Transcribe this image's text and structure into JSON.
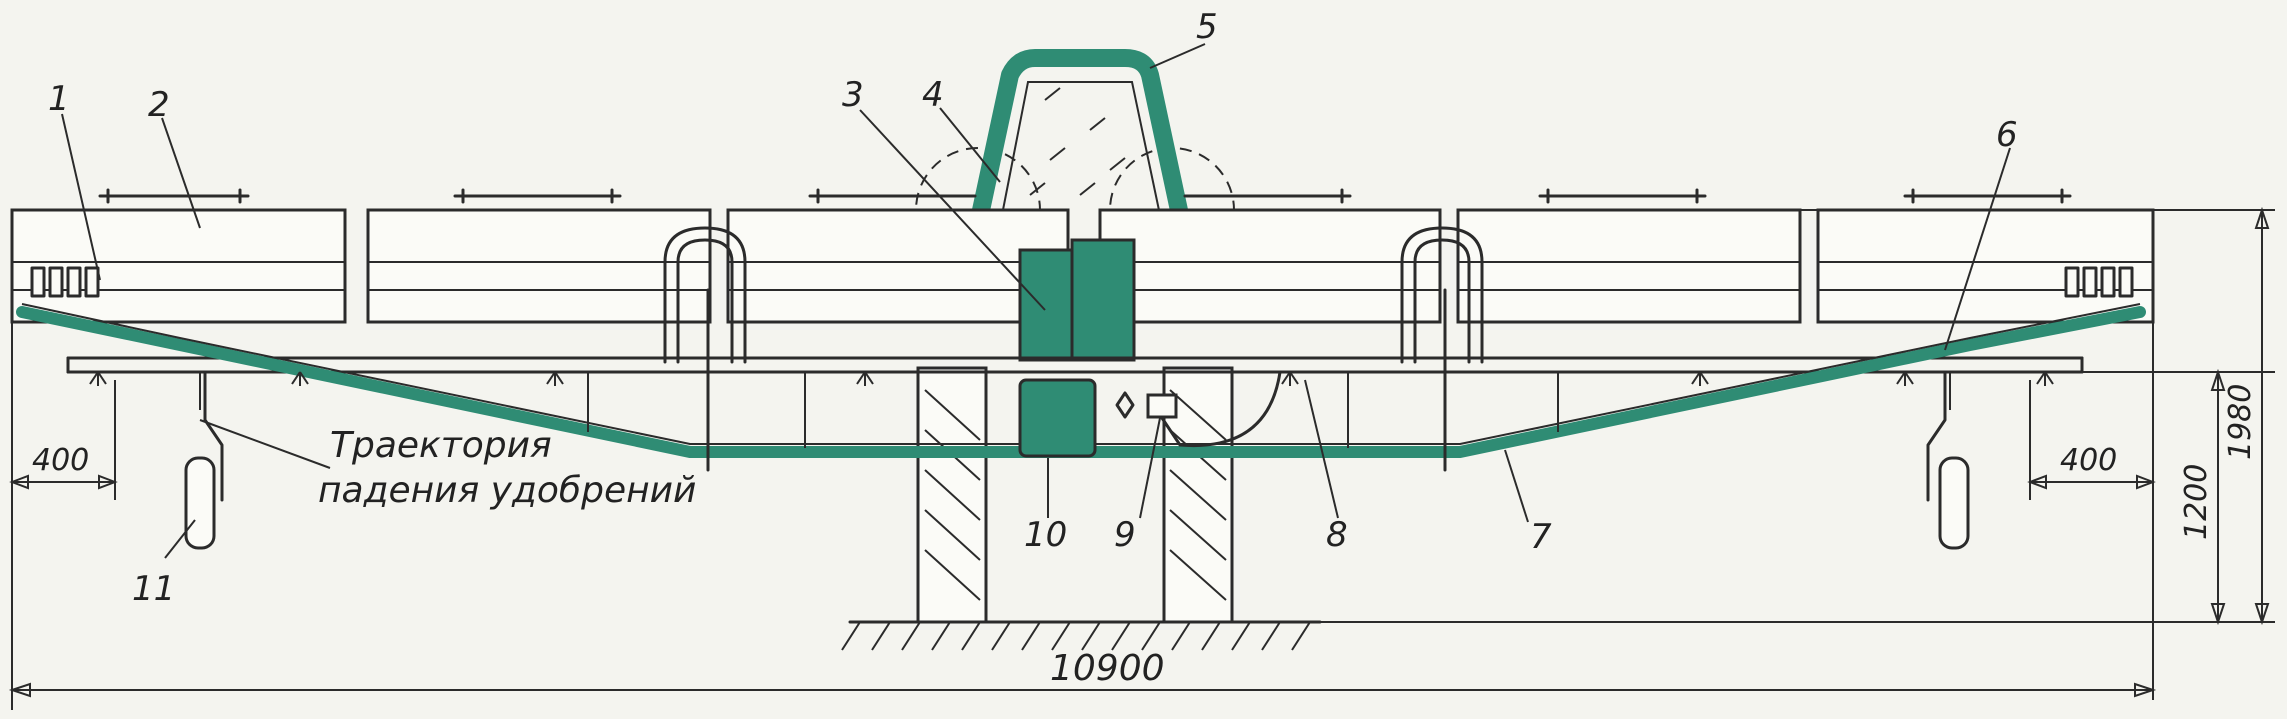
{
  "callouts": [
    "1",
    "2",
    "3",
    "4",
    "5",
    "6",
    "7",
    "8",
    "9",
    "10",
    "11"
  ],
  "caption": {
    "line1": "Траектория",
    "line2": "падения удобрений"
  },
  "dimensions": {
    "left_offset": "400",
    "right_offset": "400",
    "total_width": "10900",
    "lower_height": "1200",
    "total_height": "1980"
  },
  "colors": {
    "accent": "#2f8c74",
    "ink": "#2b2b2b",
    "paper": "#f4f4ef"
  }
}
